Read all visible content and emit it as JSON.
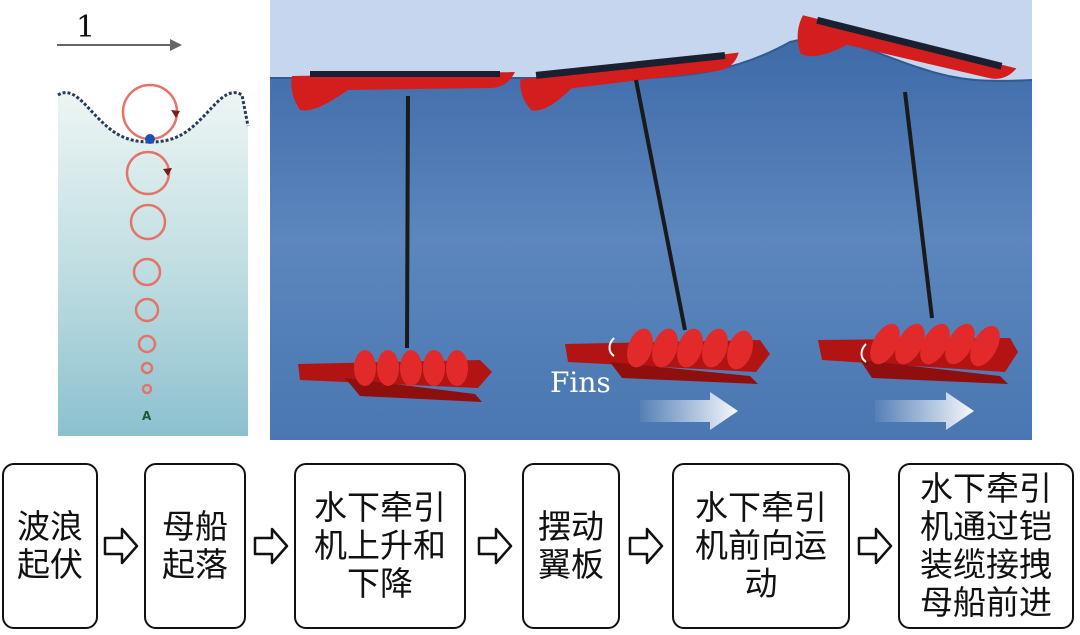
{
  "wave_panel": {
    "arrow_label": "1",
    "depth_label": "A"
  },
  "scene_panel": {
    "fins_label": "Fins"
  },
  "flow": {
    "steps": [
      {
        "label": "波浪起伏"
      },
      {
        "label": "母船起落"
      },
      {
        "label": "水下牵引机上升和下降"
      },
      {
        "label": "摆动翼板"
      },
      {
        "label": "水下牵引机前向运动"
      },
      {
        "label": "水下牵引机通过铠装缆接拽母船前进"
      }
    ]
  },
  "colors": {
    "vessel_red": "#d41e1e",
    "water_dark": "#3d6ba6",
    "sky": "#c5d6ee",
    "orbit_red": "#e57368"
  }
}
